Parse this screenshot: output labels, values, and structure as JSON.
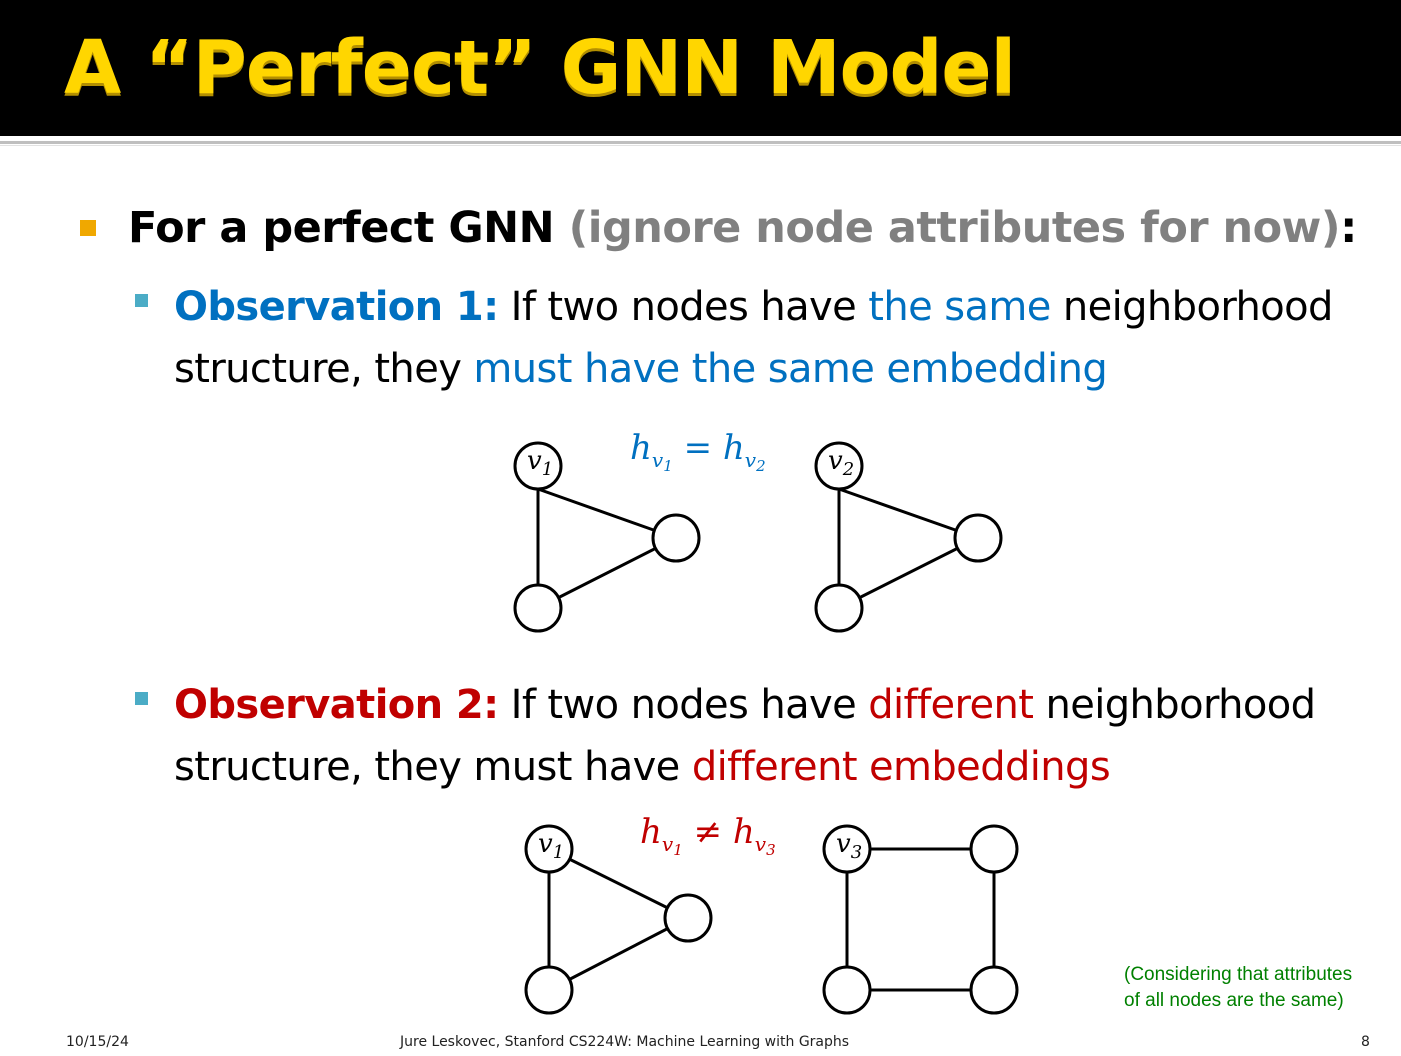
{
  "title": "A “Perfect” GNN Model",
  "bullet1": {
    "bold": "For a perfect GNN",
    "gray": "(ignore node attributes for now)",
    "colon": ":"
  },
  "obs1": {
    "label": "Observation 1:",
    "t1": " If two nodes have ",
    "hl1": "the same",
    "t2": " neighborhood structure, they ",
    "hl2": "must have the same embedding"
  },
  "obs2": {
    "label": "Observation 2:",
    "t1": " If two nodes have ",
    "hl1": "different",
    "t2": " neighborhood structure, they must have ",
    "hl2": "different embeddings"
  },
  "eq1": {
    "h": "h",
    "v": "v",
    "sub_a": "1",
    "op": "=",
    "sub_b": "2"
  },
  "eq2": {
    "h": "h",
    "v": "v",
    "sub_a": "1",
    "op": "≠",
    "sub_b": "3"
  },
  "node_labels": {
    "v1": "v",
    "v1_sub": "1",
    "v2": "v",
    "v2_sub": "2",
    "v3": "v",
    "v3_sub": "3"
  },
  "note": {
    "line1": "(Considering that attributes",
    "line2": "of all nodes are the same)"
  },
  "footer": {
    "date": "10/15/24",
    "credit": "Jure Leskovec, Stanford CS224W: Machine Learning with Graphs",
    "page": "8"
  },
  "colors": {
    "title": "#FFD600",
    "bullet_l1": "#F0A800",
    "bullet_l2": "#4BACC6",
    "blue": "#0070C0",
    "red": "#C00000",
    "gray": "#808080",
    "note": "#008000"
  }
}
